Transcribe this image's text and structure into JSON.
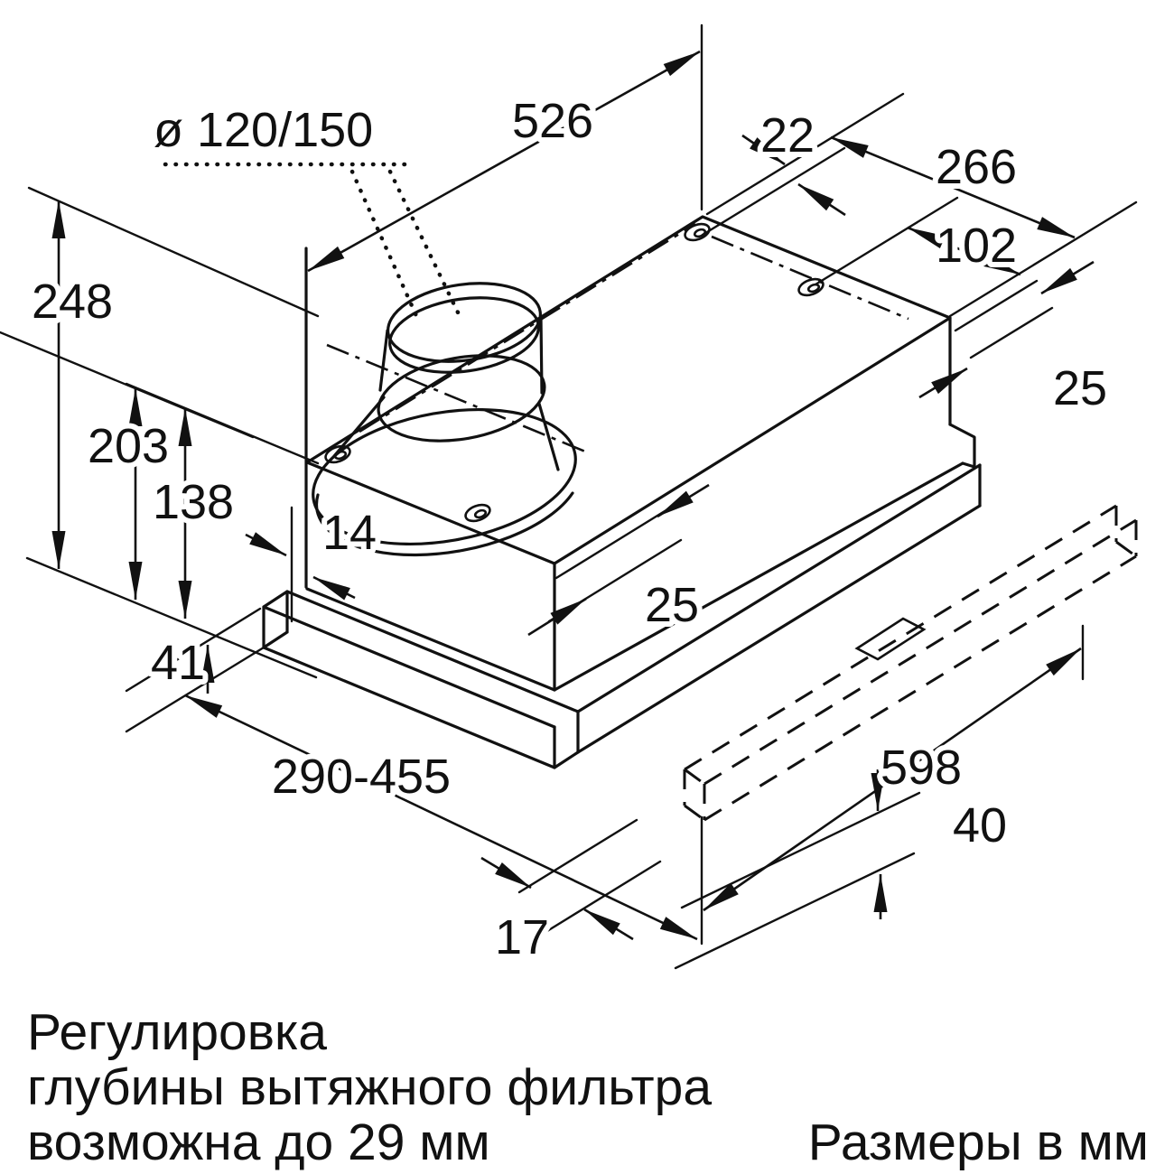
{
  "diagram": {
    "kind": "technical dimension drawing",
    "subject": "built-in telescopic cooker hood, isometric view",
    "units_note": "Размеры в мм",
    "colors": {
      "line": "#111111",
      "background": "#ffffff"
    },
    "dimensions": {
      "duct_diameter": "ø 120/150",
      "body_width": "526",
      "back_edge_offset": "22",
      "body_depth": "266",
      "mounting_hole_offset": "102",
      "right_step": "25",
      "height_total": "248",
      "height_mid": "203",
      "height_body": "138",
      "wall_gap": "14",
      "front_step": "25",
      "strip_height": "41",
      "pullout_range": "290-455",
      "visor_width": "598",
      "visor_front_height": "40",
      "panel_offset": "17"
    },
    "notes": {
      "adjust_line1": "Регулировка",
      "adjust_line2": "глубины вытяжного фильтра",
      "adjust_line3": "возможна до 29 мм",
      "units": "Размеры в мм"
    }
  }
}
